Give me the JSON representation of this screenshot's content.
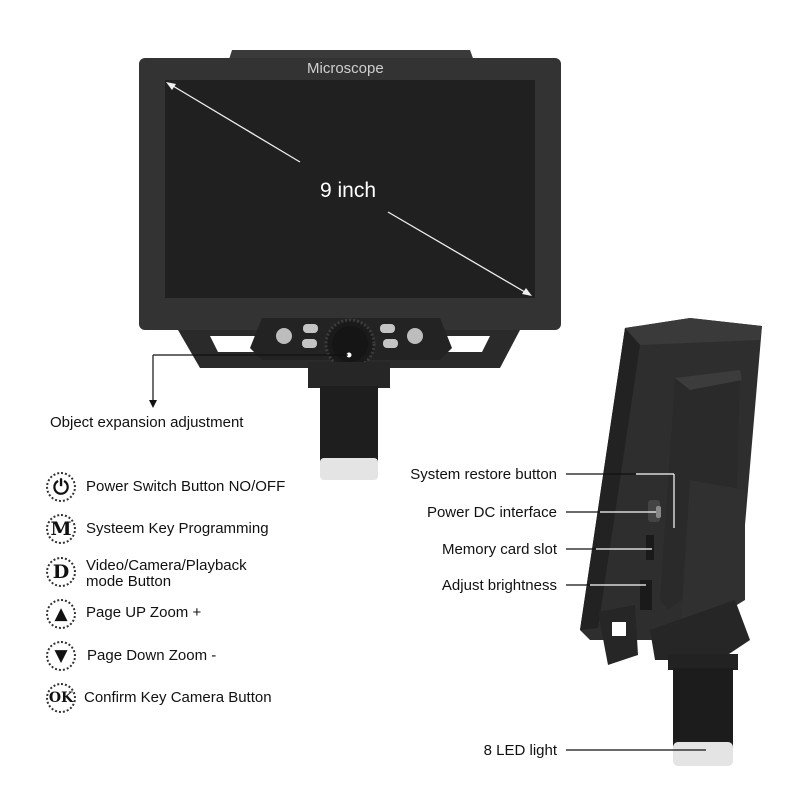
{
  "front_view": {
    "brand_label": "Microscope",
    "screen_size_label": "9 inch",
    "callout": "Object expansion adjustment"
  },
  "key_legend": [
    {
      "icon": "power-icon",
      "glyph": "⏻",
      "label": "Power Switch Button NO/OFF"
    },
    {
      "icon": "m-key-icon",
      "glyph": "M",
      "label": "Systeem Key Programming"
    },
    {
      "icon": "d-key-icon",
      "glyph": "D",
      "label": "Video/Camera/Playback mode Button",
      "line1": "Video/Camera/Playback",
      "line2": "mode Button"
    },
    {
      "icon": "up-triangle-icon",
      "glyph": "▲",
      "label": "Page UP Zoom +"
    },
    {
      "icon": "down-triangle-icon",
      "glyph": "▼",
      "label": "Page Down Zoom -"
    },
    {
      "icon": "ok-key-icon",
      "glyph": "OK",
      "label": "Confirm Key Camera Button"
    }
  ],
  "side_view": {
    "callouts": [
      {
        "label": "System restore button"
      },
      {
        "label": "Power DC interface"
      },
      {
        "label": "Memory card slot"
      },
      {
        "label": "Adjust brightness"
      },
      {
        "label": "8 LED light"
      }
    ]
  },
  "colors": {
    "device_body": "#2b2b2b",
    "screen": "#1f1f1f",
    "bezel": "#363636",
    "led_ring": "#e6e6e6",
    "text": "#111111"
  }
}
